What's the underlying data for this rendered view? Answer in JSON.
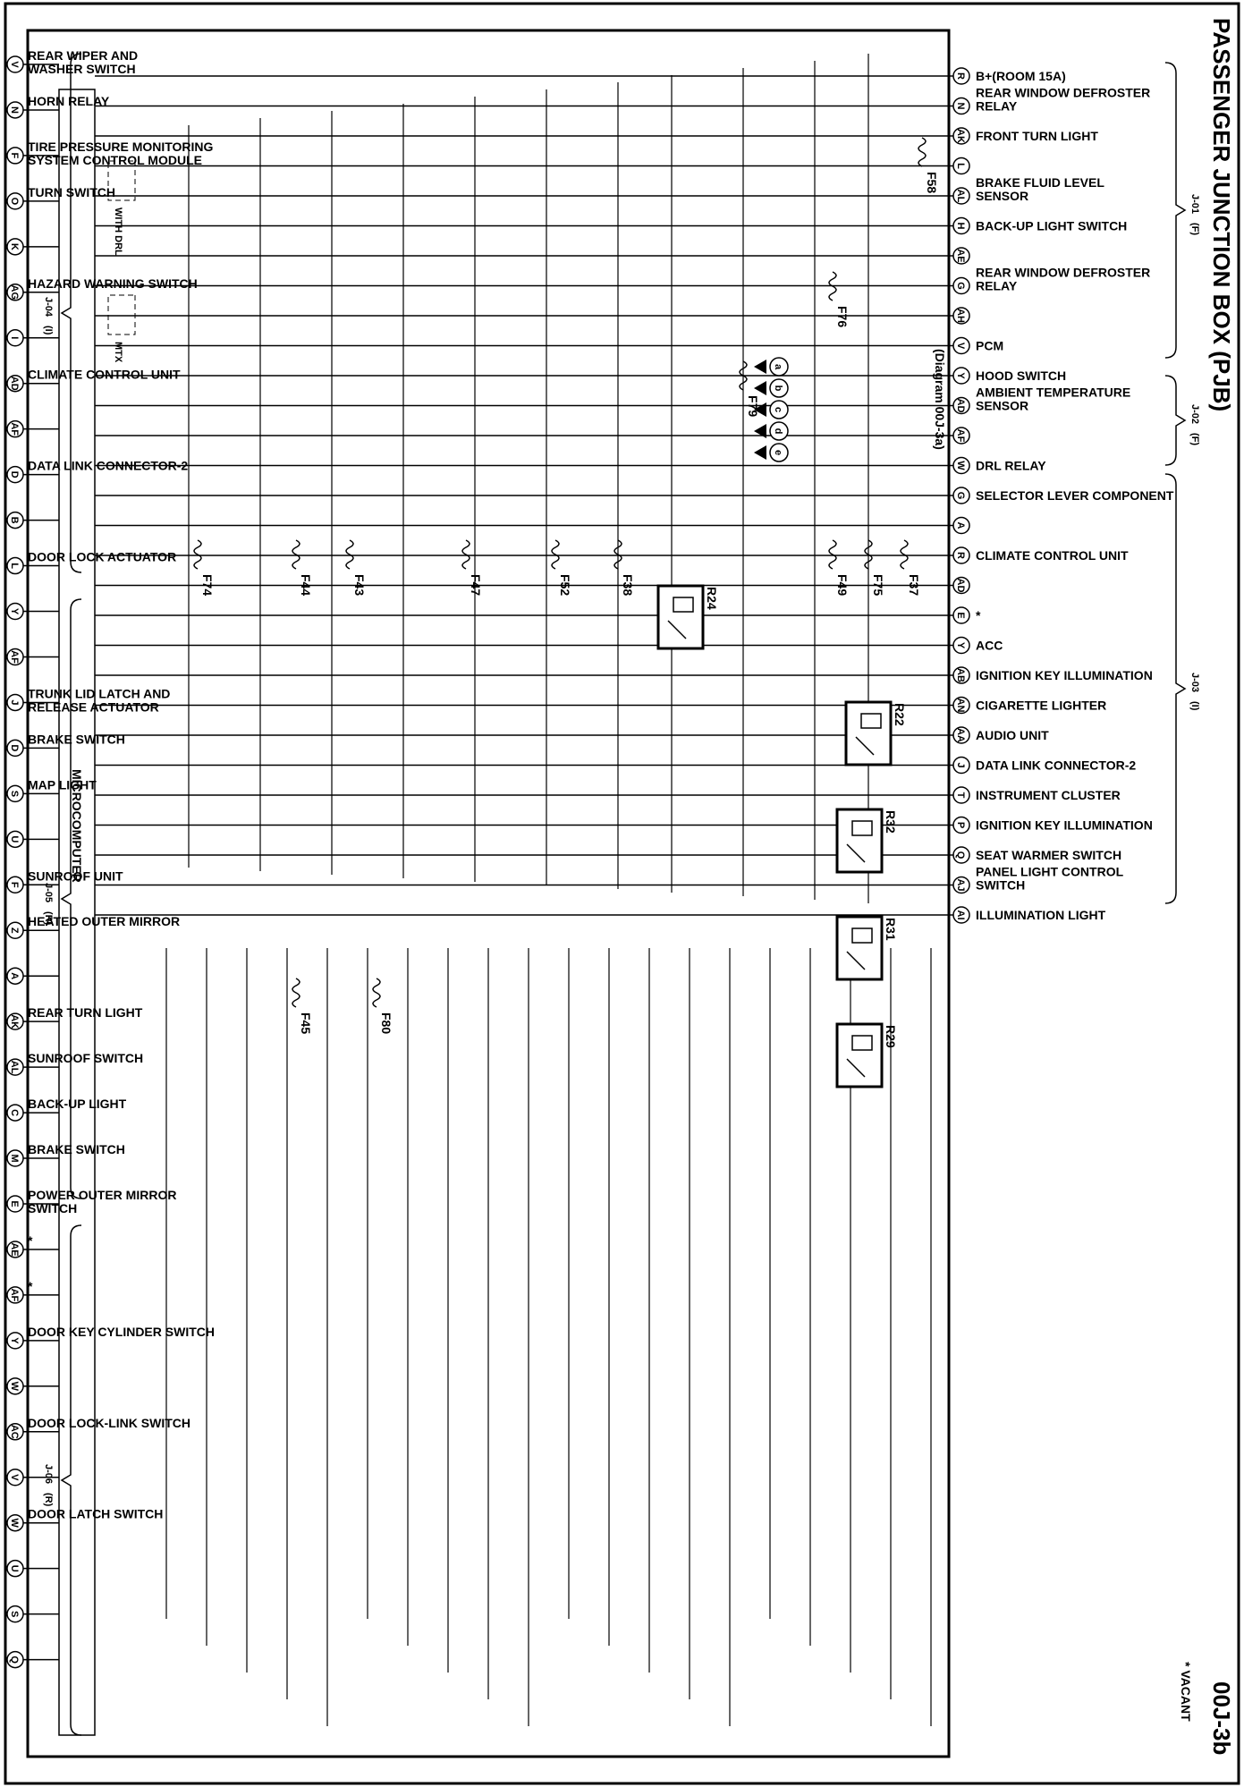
{
  "title": "PASSENGER JUNCTION BOX (PJB)",
  "page_code": "00J-3b",
  "vacant_note": "* VACANT",
  "microcomputer": "MICROCOMPUTER",
  "diagram_ref": "(Diagram 00J-3a)",
  "with_drl": "WITH DRL",
  "mtx": "MTX",
  "asterisk": "*",
  "top_groups": [
    {
      "name": "J-01",
      "sub": "(F)"
    },
    {
      "name": "J-02",
      "sub": "(F)"
    },
    {
      "name": "J-03",
      "sub": "(I)"
    }
  ],
  "bottom_groups": [
    {
      "name": "J-04",
      "sub": "(I)"
    },
    {
      "name": "J-05",
      "sub": "(R)"
    },
    {
      "name": "J-06",
      "sub": "(R)"
    }
  ],
  "top_pins": [
    {
      "pin": "R",
      "lines": [
        "B+(ROOM 15A)"
      ]
    },
    {
      "pin": "N",
      "lines": [
        "REAR WINDOW DEFROSTER",
        "RELAY"
      ]
    },
    {
      "pin": "AK",
      "lines": [
        "FRONT TURN LIGHT"
      ]
    },
    {
      "pin": "L",
      "lines": []
    },
    {
      "pin": "AL",
      "lines": [
        "BRAKE FLUID LEVEL",
        "SENSOR"
      ]
    },
    {
      "pin": "H",
      "lines": [
        "BACK-UP LIGHT SWITCH"
      ]
    },
    {
      "pin": "AE",
      "lines": []
    },
    {
      "pin": "G",
      "lines": [
        "REAR WINDOW DEFROSTER",
        "RELAY"
      ]
    },
    {
      "pin": "AH",
      "lines": []
    },
    {
      "pin": "V",
      "lines": [
        "PCM"
      ]
    },
    {
      "pin": "Y",
      "lines": [
        "HOOD SWITCH"
      ]
    },
    {
      "pin": "AD",
      "lines": [
        "AMBIENT TEMPERATURE",
        "SENSOR"
      ]
    },
    {
      "pin": "AF",
      "lines": []
    },
    {
      "pin": "W",
      "lines": [
        "DRL RELAY"
      ]
    },
    {
      "pin": "G",
      "lines": [
        "SELECTOR LEVER COMPONENT"
      ]
    },
    {
      "pin": "A",
      "lines": []
    },
    {
      "pin": "R",
      "lines": [
        "CLIMATE CONTROL UNIT"
      ]
    },
    {
      "pin": "AD",
      "lines": []
    },
    {
      "pin": "E",
      "lines": [
        "*"
      ]
    },
    {
      "pin": "Y",
      "lines": [
        "ACC"
      ]
    },
    {
      "pin": "AB",
      "lines": [
        "IGNITION KEY ILLUMINATION"
      ]
    },
    {
      "pin": "AN",
      "lines": [
        "CIGARETTE LIGHTER"
      ]
    },
    {
      "pin": "AA",
      "lines": [
        "AUDIO UNIT"
      ]
    },
    {
      "pin": "J",
      "lines": [
        "DATA LINK CONNECTOR-2"
      ]
    },
    {
      "pin": "T",
      "lines": [
        "INSTRUMENT CLUSTER"
      ]
    },
    {
      "pin": "P",
      "lines": [
        "IGNITION KEY ILLUMINATION"
      ]
    },
    {
      "pin": "Q",
      "lines": [
        "SEAT WARMER SWITCH"
      ]
    },
    {
      "pin": "AJ",
      "lines": [
        "PANEL LIGHT CONTROL",
        "SWITCH"
      ]
    },
    {
      "pin": "AI",
      "lines": [
        "ILLUMINATION LIGHT"
      ]
    }
  ],
  "bottom_pins": [
    {
      "pin": "V",
      "lines": [
        "REAR WIPER AND",
        "WASHER SWITCH"
      ]
    },
    {
      "pin": "N",
      "lines": [
        "HORN RELAY"
      ]
    },
    {
      "pin": "F",
      "lines": [
        "TIRE PRESSURE MONITORING",
        "SYSTEM CONTROL MODULE"
      ]
    },
    {
      "pin": "O",
      "lines": [
        "TURN SWITCH"
      ]
    },
    {
      "pin": "K",
      "lines": []
    },
    {
      "pin": "AG",
      "lines": [
        "HAZARD WARNING SWITCH"
      ]
    },
    {
      "pin": "I",
      "lines": []
    },
    {
      "pin": "AD",
      "lines": [
        "CLIMATE CONTROL UNIT"
      ]
    },
    {
      "pin": "AF",
      "lines": []
    },
    {
      "pin": "D",
      "lines": [
        "DATA LINK CONNECTOR-2"
      ]
    },
    {
      "pin": "B",
      "lines": []
    },
    {
      "pin": "L",
      "lines": [
        "DOOR LOCK ACTUATOR"
      ]
    },
    {
      "pin": "Y",
      "lines": []
    },
    {
      "pin": "AF",
      "lines": []
    },
    {
      "pin": "J",
      "lines": [
        "TRUNK LID LATCH AND",
        "RELEASE ACTUATOR"
      ]
    },
    {
      "pin": "D",
      "lines": [
        "BRAKE SWITCH"
      ]
    },
    {
      "pin": "S",
      "lines": [
        "MAP LIGHT"
      ]
    },
    {
      "pin": "U",
      "lines": []
    },
    {
      "pin": "F",
      "lines": [
        "SUNROOF UNIT"
      ]
    },
    {
      "pin": "Z",
      "lines": [
        "HEATED OUTER MIRROR"
      ]
    },
    {
      "pin": "A",
      "lines": []
    },
    {
      "pin": "AK",
      "lines": [
        "REAR TURN LIGHT"
      ]
    },
    {
      "pin": "AL",
      "lines": [
        "SUNROOF SWITCH"
      ]
    },
    {
      "pin": "C",
      "lines": [
        "BACK-UP LIGHT"
      ]
    },
    {
      "pin": "M",
      "lines": [
        "BRAKE SWITCH"
      ]
    },
    {
      "pin": "E",
      "lines": [
        "POWER OUTER MIRROR",
        "SWITCH"
      ]
    },
    {
      "pin": "AE",
      "lines": [
        "*"
      ]
    },
    {
      "pin": "AF",
      "lines": [
        "*"
      ]
    },
    {
      "pin": "Y",
      "lines": [
        "DOOR KEY CYLINDER SWITCH"
      ]
    },
    {
      "pin": "W",
      "lines": []
    },
    {
      "pin": "AC",
      "lines": [
        "DOOR LOCK-LINK SWITCH"
      ]
    },
    {
      "pin": "V",
      "lines": []
    },
    {
      "pin": "W",
      "lines": [
        "DOOR LATCH SWITCH"
      ]
    },
    {
      "pin": "U",
      "lines": []
    },
    {
      "pin": "S",
      "lines": []
    },
    {
      "pin": "Q",
      "lines": []
    }
  ],
  "fuses": [
    "F58",
    "F76",
    "F79",
    "F37",
    "F75",
    "F49",
    "F38",
    "F52",
    "F47",
    "F43",
    "F44",
    "F74",
    "F80",
    "F45"
  ],
  "relays": [
    "R24",
    "R22",
    "R32",
    "R31",
    "R29"
  ],
  "diode_pins": [
    "a",
    "b",
    "c",
    "d",
    "e"
  ]
}
